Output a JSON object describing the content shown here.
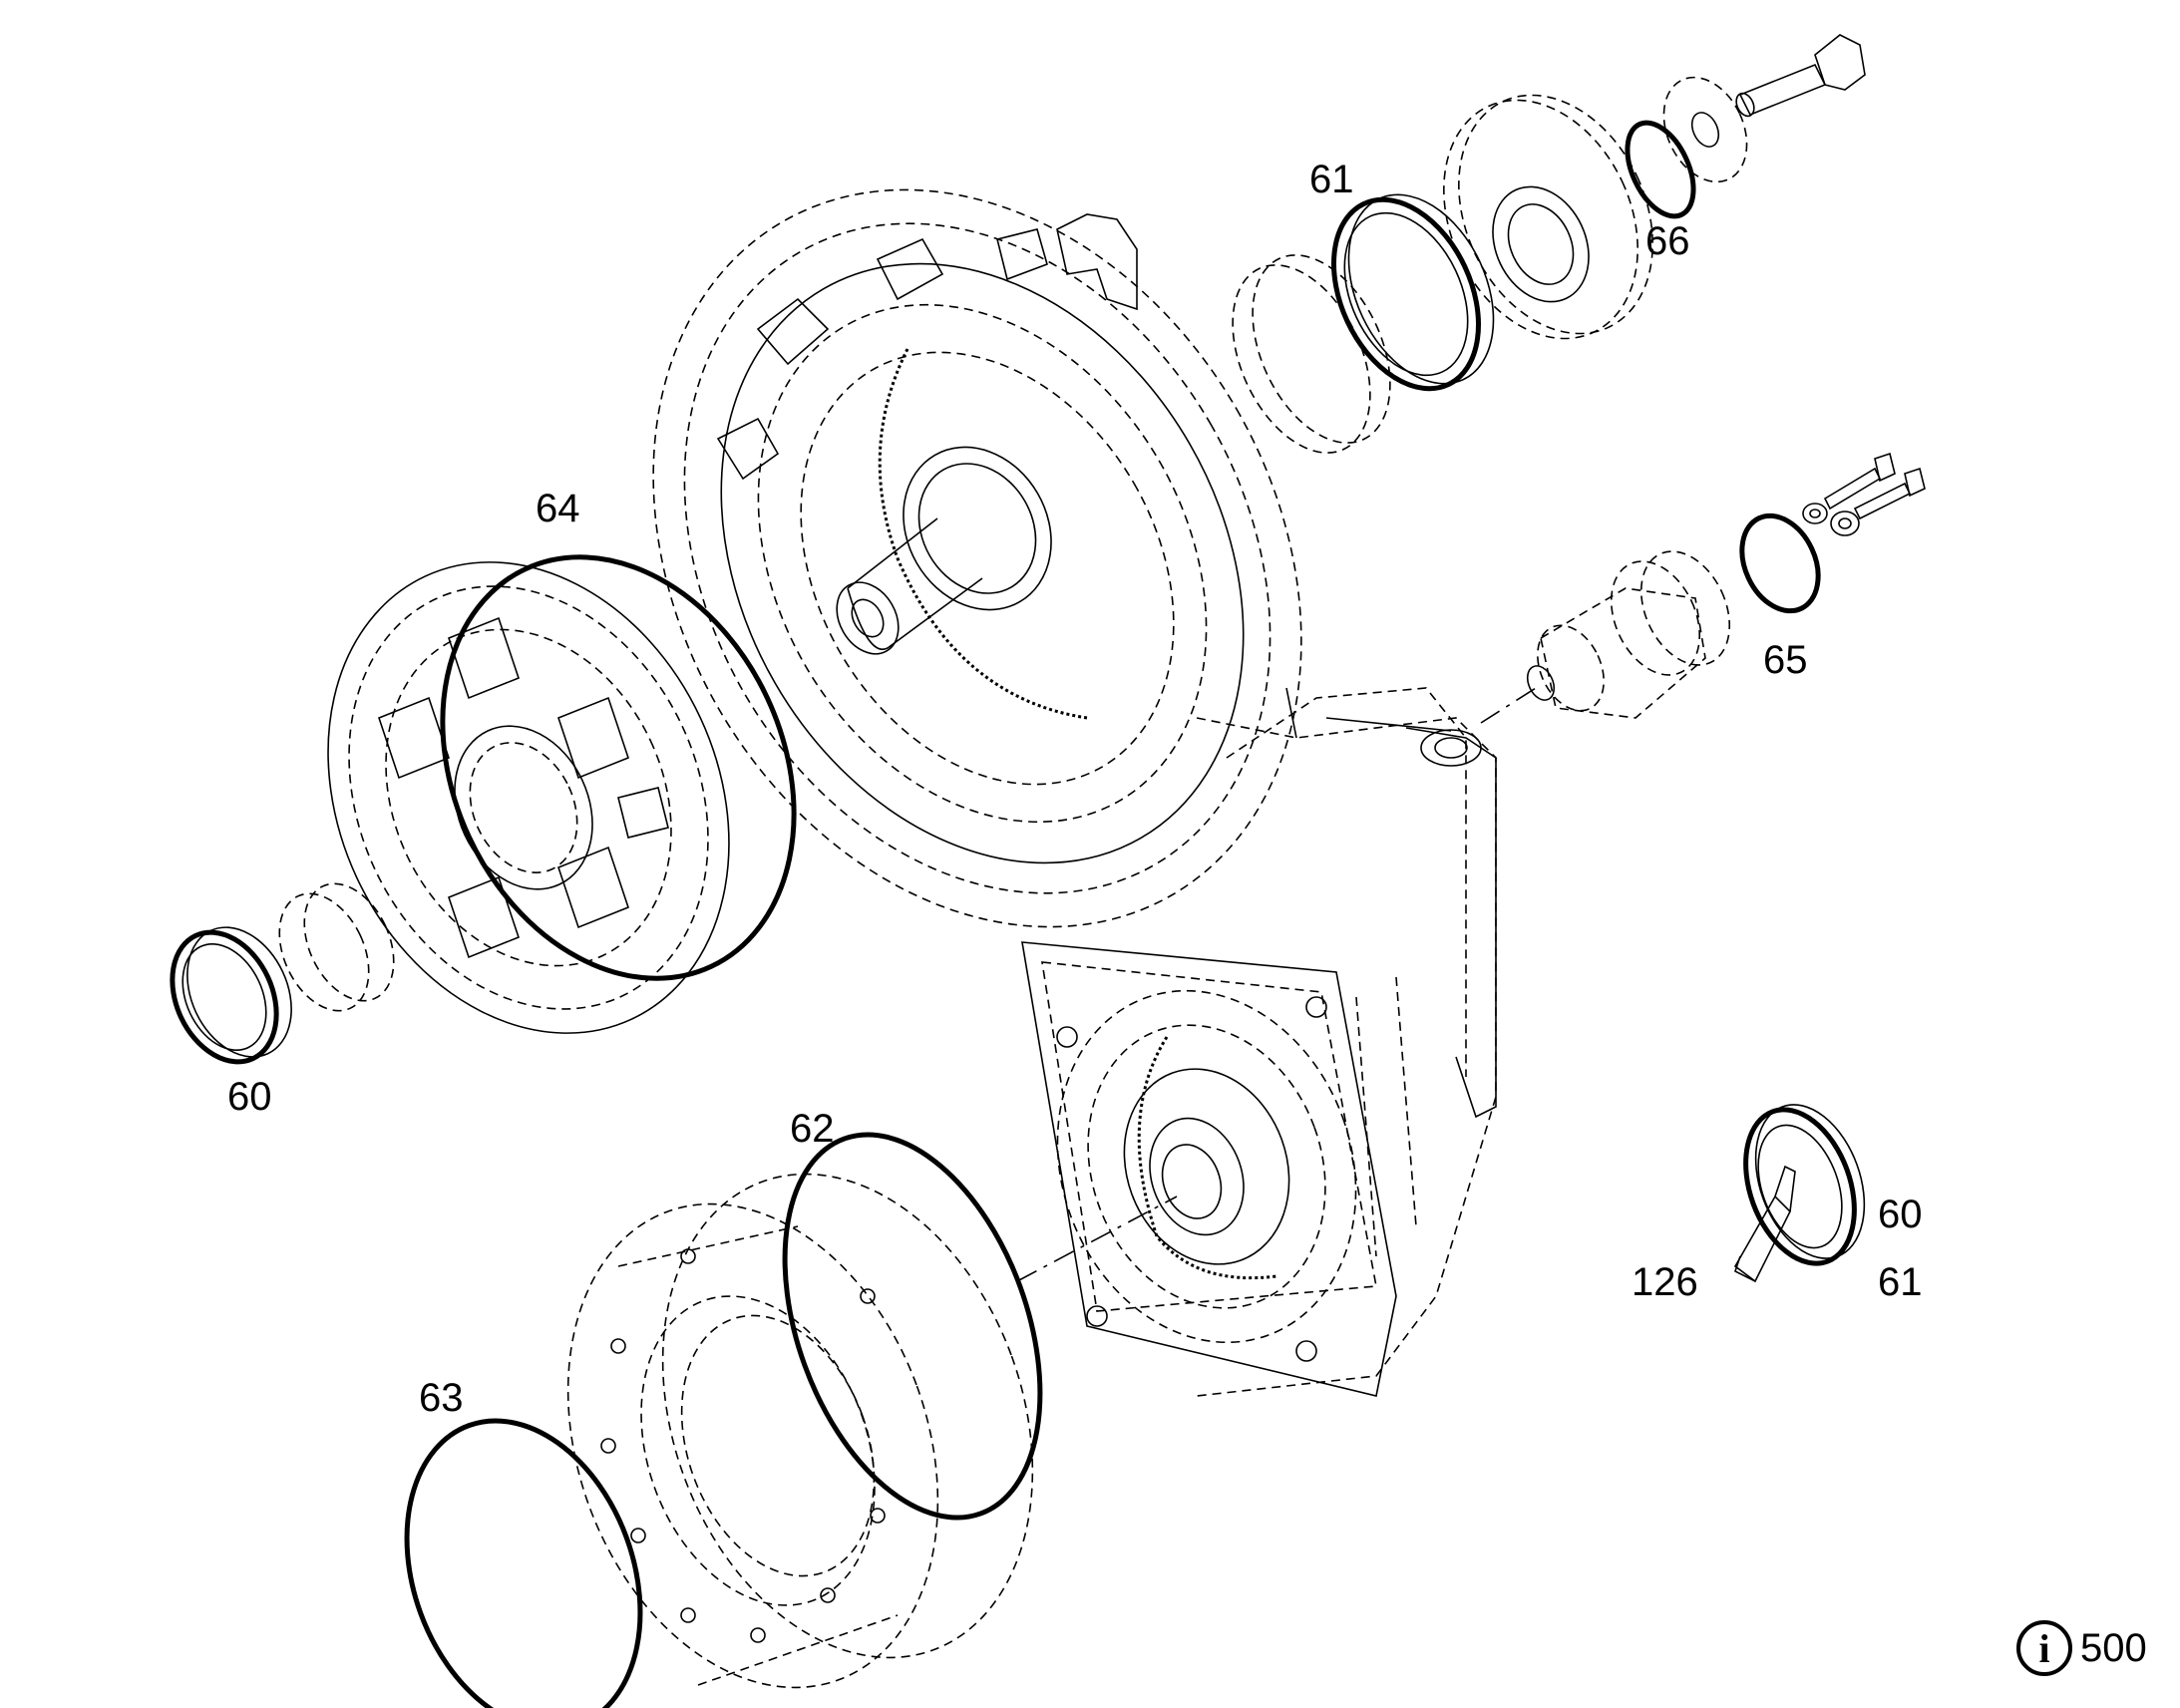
{
  "callouts": {
    "p64": "64",
    "p61_top": "61",
    "p66": "66",
    "p65": "65",
    "p60_left": "60",
    "p62": "62",
    "p63": "63",
    "p60_right": "60",
    "p61_right": "61",
    "p126": "126"
  },
  "info_badge": {
    "icon": "info-icon",
    "glyph": "i",
    "number": "500"
  }
}
